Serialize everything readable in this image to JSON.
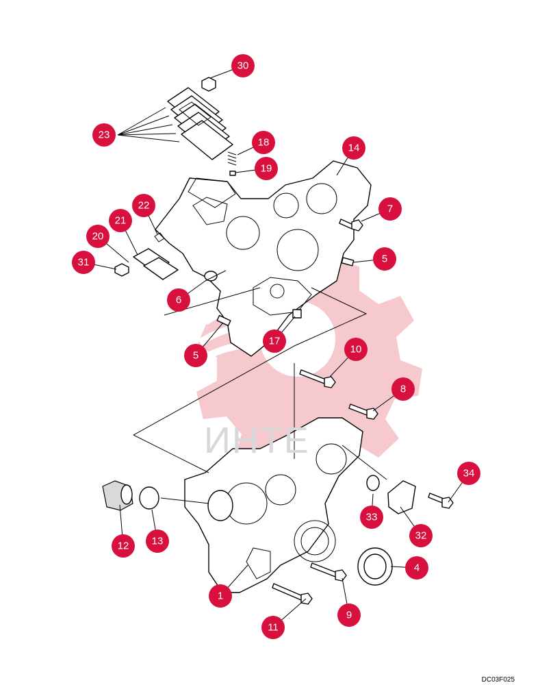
{
  "drawing_code": "DC03F025",
  "watermark_text": "ИНТЕ",
  "callout_color": "#d7103d",
  "watermark_color": "#f6c9cf",
  "callouts": [
    "30",
    "23",
    "18",
    "19",
    "14",
    "7",
    "22",
    "21",
    "20",
    "31",
    "5",
    "6",
    "17",
    "5",
    "10",
    "8",
    "34",
    "12",
    "13",
    "33",
    "32",
    "4",
    "1",
    "9",
    "11"
  ]
}
